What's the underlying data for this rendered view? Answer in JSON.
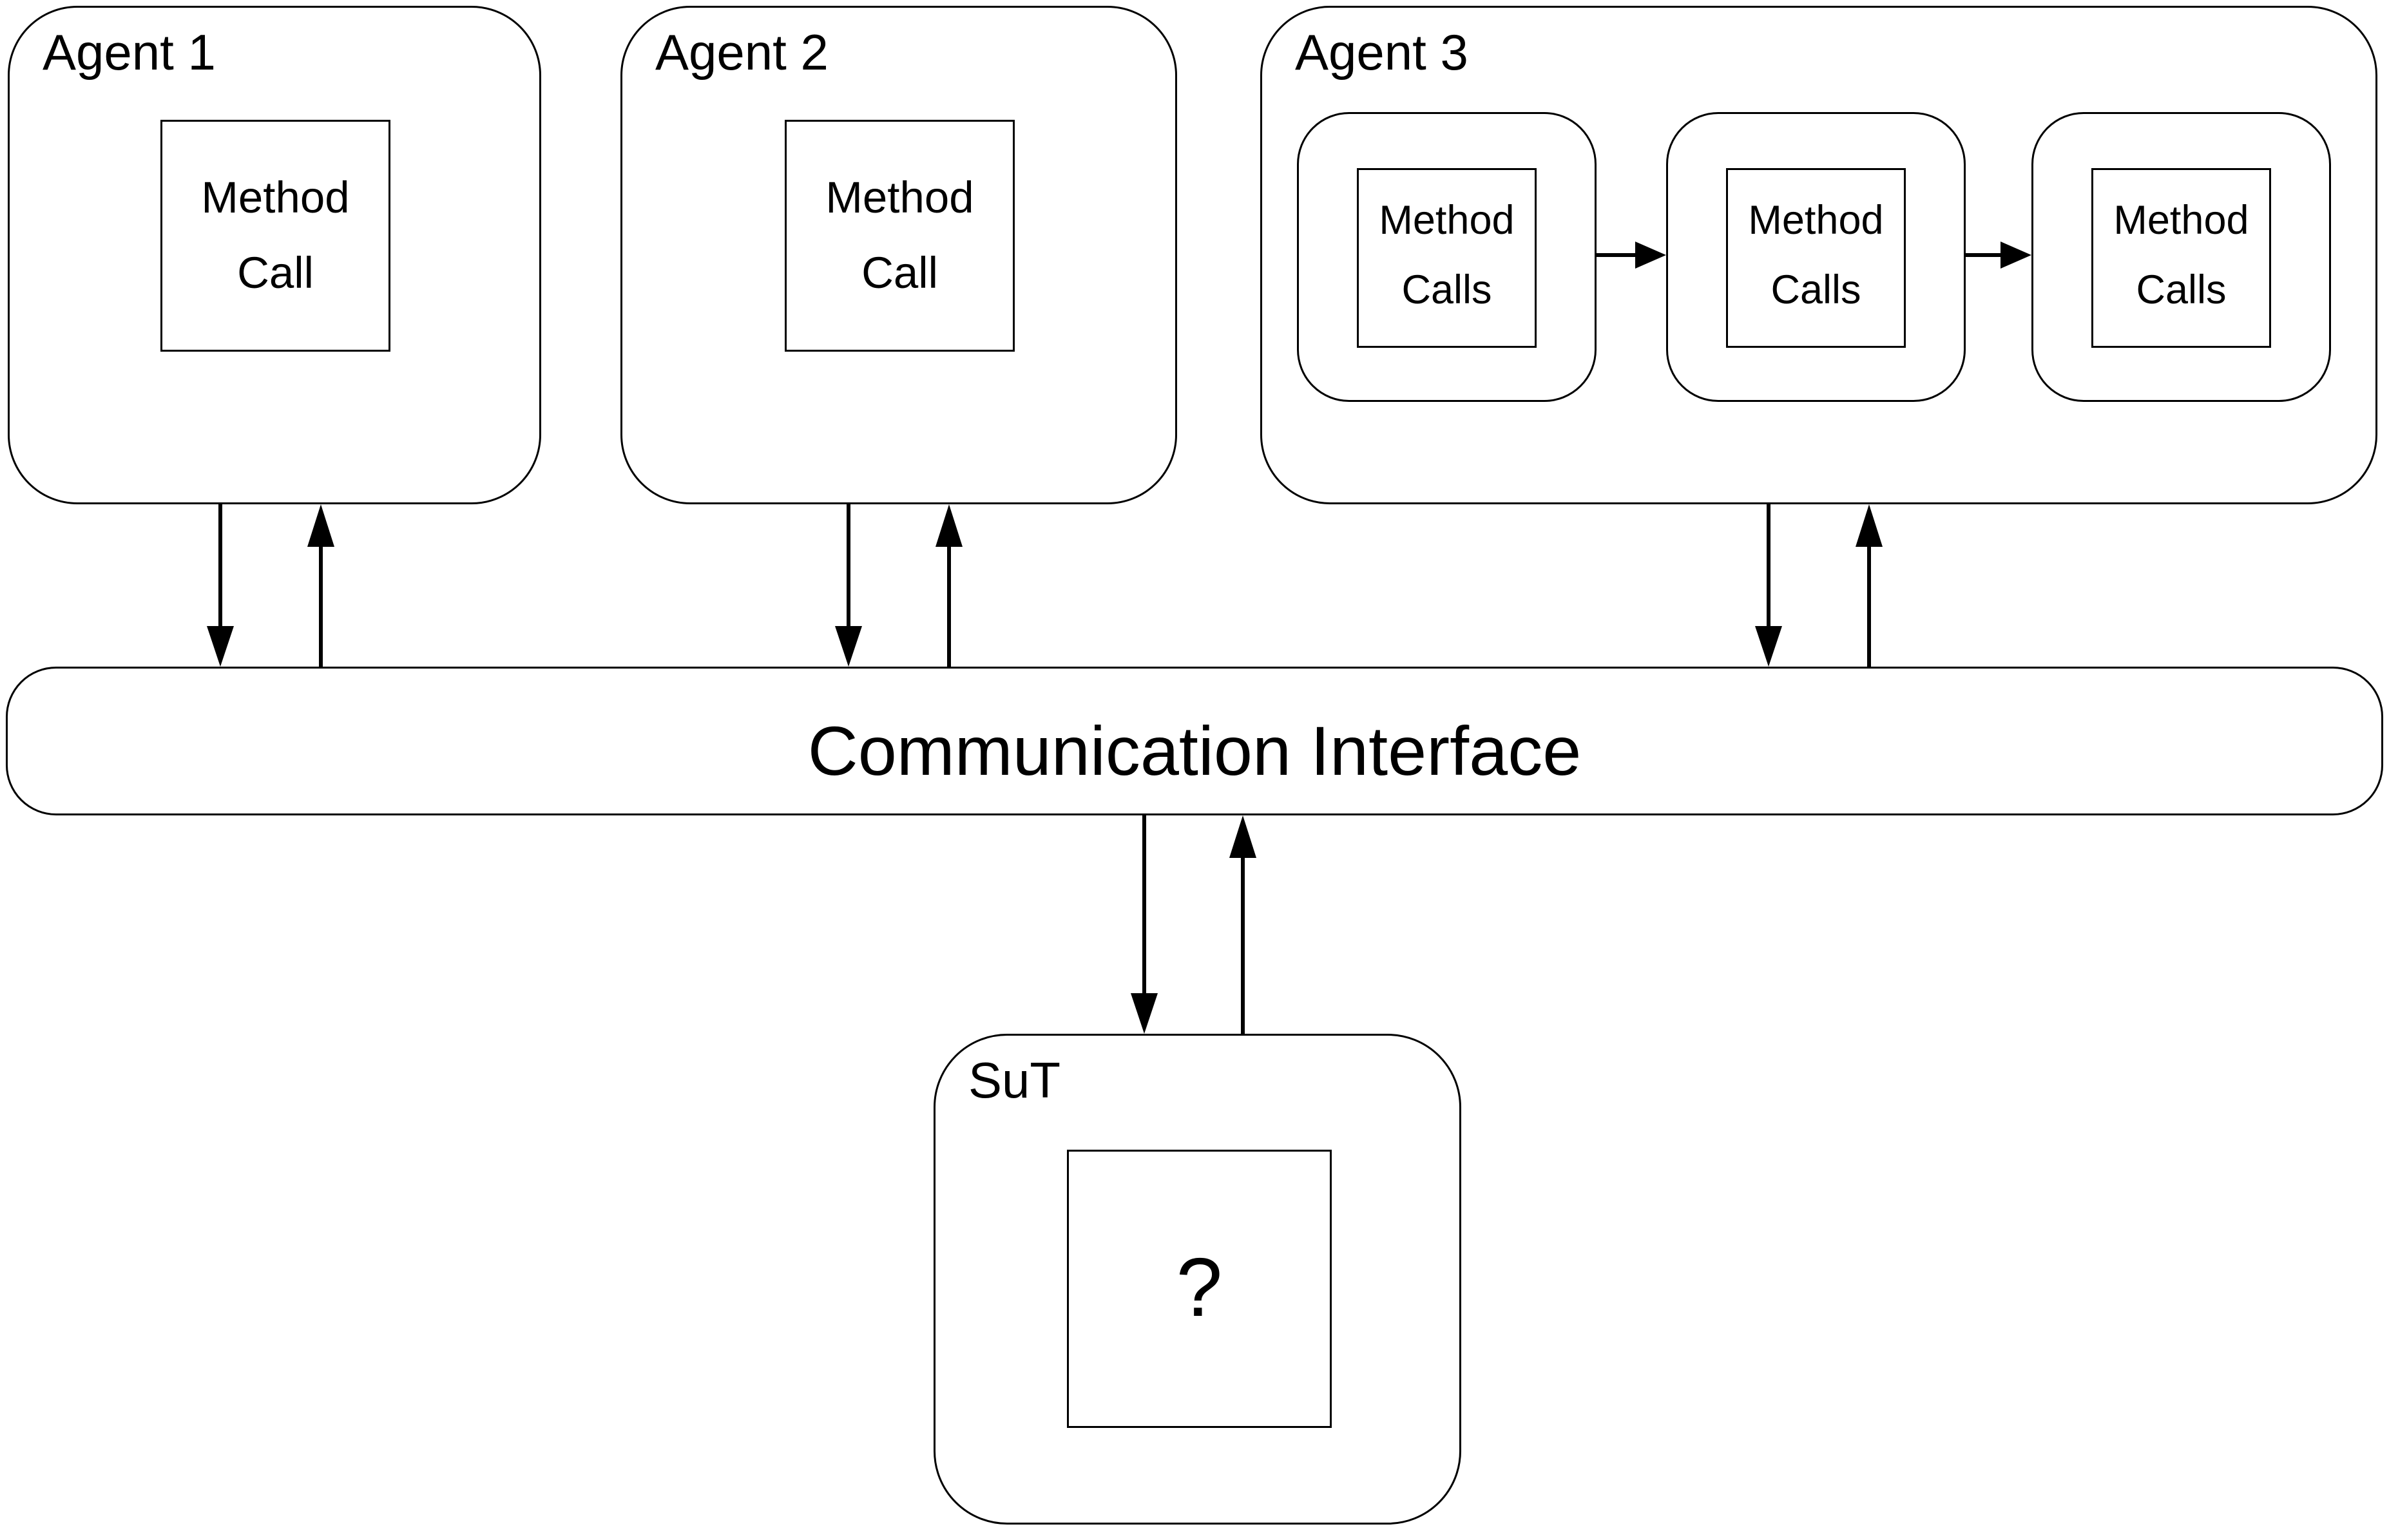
{
  "agents": [
    {
      "label": "Agent 1",
      "method_label": "Method Call"
    },
    {
      "label": "Agent 2",
      "method_label": "Method Call"
    },
    {
      "label": "Agent 3",
      "method_labels": [
        "Method Calls",
        "Method Calls",
        "Method Calls"
      ]
    }
  ],
  "communication_interface": {
    "label": "Communication Interface"
  },
  "sut": {
    "label": "SuT",
    "placeholder_label": "?"
  },
  "colors": {
    "stroke": "#000000",
    "text": "#000000",
    "arrow_fill": "#000000",
    "background": "#ffffff"
  }
}
